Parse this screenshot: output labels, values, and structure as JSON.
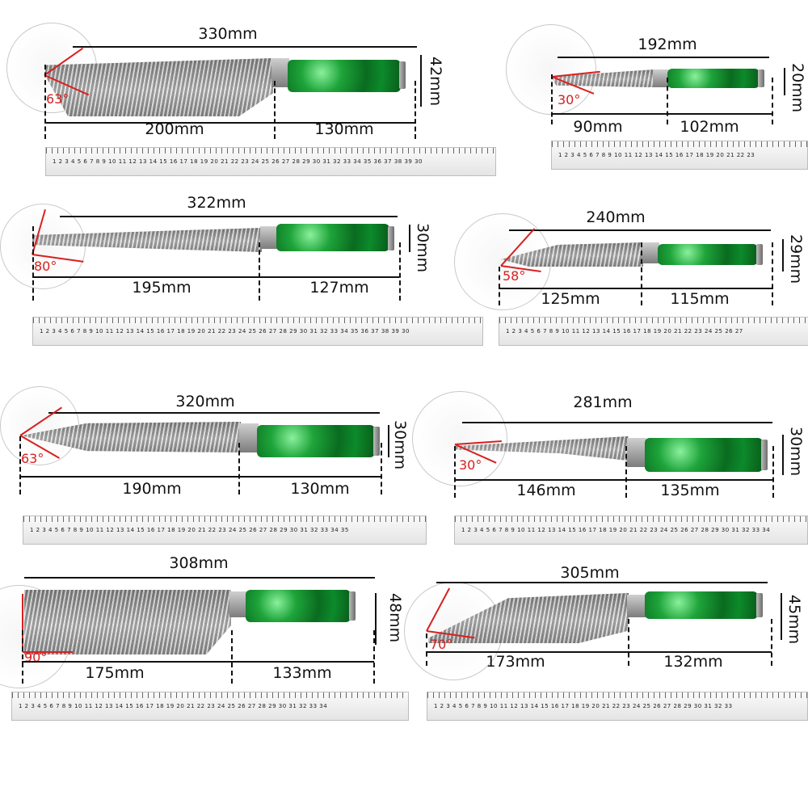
{
  "knives": [
    {
      "total": "330mm",
      "blade": "200mm",
      "handle": "130mm",
      "height": "42mm",
      "angle": "63°"
    },
    {
      "total": "192mm",
      "blade": "90mm",
      "handle": "102mm",
      "height": "20mm",
      "angle": "30°"
    },
    {
      "total": "322mm",
      "blade": "195mm",
      "handle": "127mm",
      "height": "30mm",
      "angle": "80°"
    },
    {
      "total": "240mm",
      "blade": "125mm",
      "handle": "115mm",
      "height": "29mm",
      "angle": "58°"
    },
    {
      "total": "320mm",
      "blade": "190mm",
      "handle": "130mm",
      "height": "30mm",
      "angle": "63°"
    },
    {
      "total": "281mm",
      "blade": "146mm",
      "handle": "135mm",
      "height": "30mm",
      "angle": "30°"
    },
    {
      "total": "308mm",
      "blade": "175mm",
      "handle": "133mm",
      "height": "48mm",
      "angle": "90°"
    },
    {
      "total": "305mm",
      "blade": "173mm",
      "handle": "132mm",
      "height": "45mm",
      "angle": "70°"
    }
  ],
  "rulers": [
    "1 2 3 4 5 6 7 8 9 10 11 12 13 14 15 16 17 18 19 20 21 22 23 24 25 26 27 28 29 30 31 32 33 34 35 36 37 38 39 30",
    "1 2 3 4 5 6 7 8 9 10 11 12 13 14 15 16 17 18 19 20 21 22 23",
    "1 2 3 4 5 6 7 8 9 10 11 12 13 14 15 16 17 18 19 20 21 22 23 24 25 26 27 28 29 30 31 32 33 34 35 36 37 38 39 30",
    "1 2 3 4 5 6 7 8 9 10 11 12 13 14 15 16 17 18 19 20 21 22 23 24 25 26 27",
    "1 2 3 4 5 6 7 8 9 10 11 12 13 14 15 16 17 18 19 20 21 22 23 24 25 26 27 28 29 30 31 32 33 34 35",
    "1 2 3 4 5 6 7 8 9 10 11 12 13 14 15 16 17 18 19 20 21 22 23 24 25 26 27 28 29 30 31 32 33 34",
    "1 2 3 4 5 6 7 8 9 10 11 12 13 14 15 16 17 18 19 20 21 22 23 24 25 26 27 28 29 30 31 32 33 34",
    "1 2 3 4 5 6 7 8 9 10 11 12 13 14 15 16 17 18 19 20 21 22 23 24 25 26 27 28 29 30 31 32 33"
  ],
  "colors": {
    "handle": "#0c8a2b",
    "angle": "#d92020",
    "ink": "#111111"
  }
}
